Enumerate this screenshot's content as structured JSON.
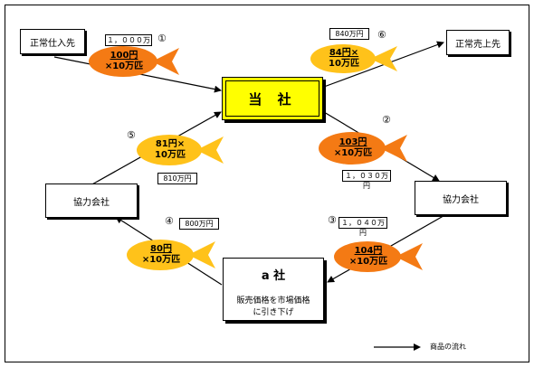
{
  "center": {
    "label": "当 社"
  },
  "boxes": {
    "regular_supplier": "正常仕入先",
    "regular_customer": "正常売上先",
    "partner_left": "協力会社",
    "partner_right": "協力会社"
  },
  "a_company": {
    "title": "a 社",
    "desc_line1": "販売価格を市場価格",
    "desc_line2": "に引き下げ"
  },
  "steps": [
    {
      "num": "①",
      "price": "100円",
      "qty": "×10万匹",
      "amount": "１，０００万円",
      "color": "#f47a14"
    },
    {
      "num": "②",
      "price": "103円",
      "qty": "×10万匹",
      "amount": "１，０３０万円",
      "color": "#f47a14"
    },
    {
      "num": "③",
      "price": "104円",
      "qty": "×10万匹",
      "amount": "１，０４０万円",
      "color": "#f47a14"
    },
    {
      "num": "④",
      "price": "80円",
      "qty": "×10万匹",
      "amount": "800万円",
      "color": "#ffc21a"
    },
    {
      "num": "⑤",
      "price": "81円×",
      "qty": "10万匹",
      "amount": "810万円",
      "color": "#ffc21a"
    },
    {
      "num": "⑥",
      "price": "84円×",
      "qty": "10万匹",
      "amount": "840万円",
      "color": "#ffc21a"
    }
  ],
  "legend": {
    "label": "商品の流れ"
  }
}
